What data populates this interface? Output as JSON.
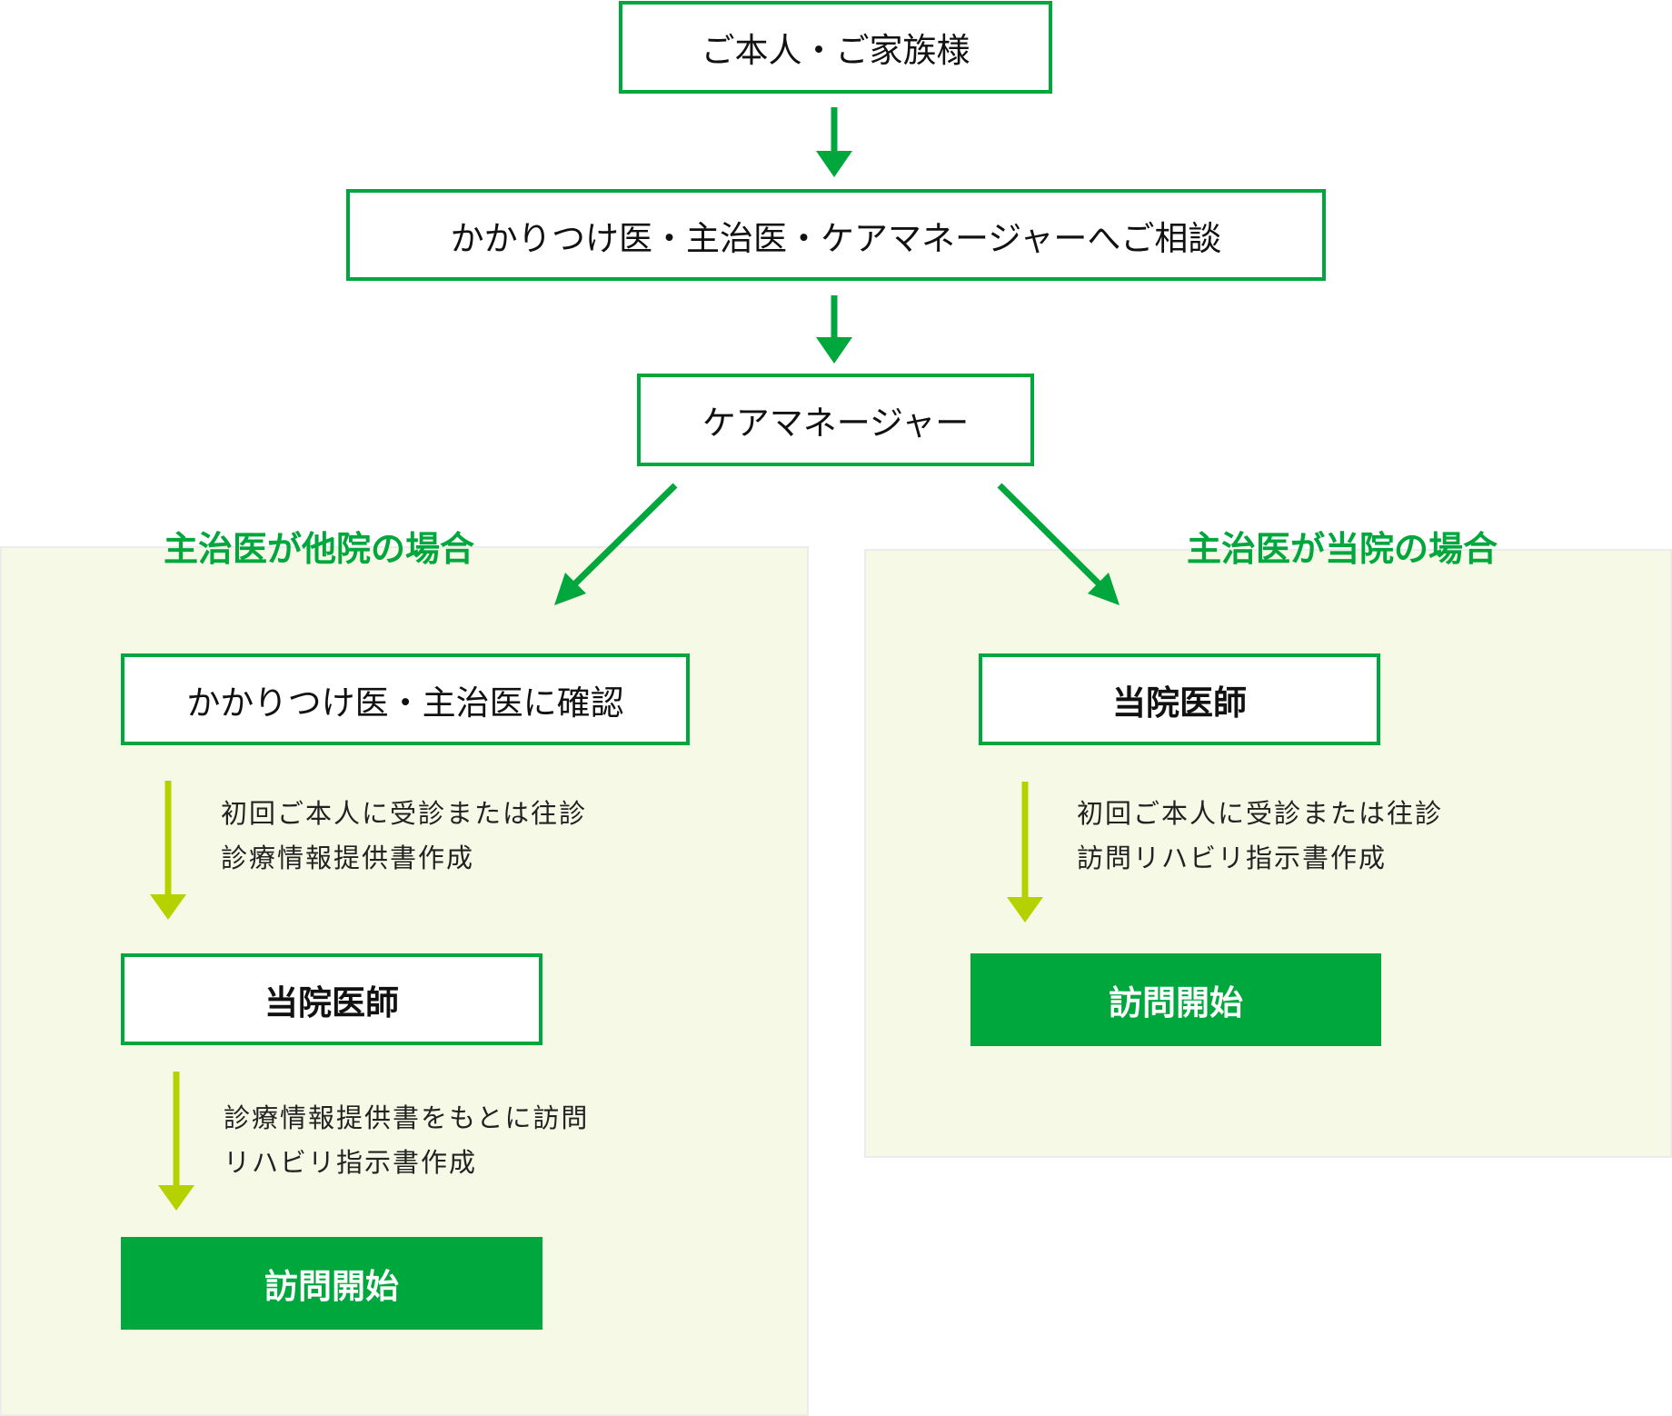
{
  "colors": {
    "primary_green": "#00a73c",
    "sub_arrow": "#b5d200",
    "panel_bg": "#f6f9e6"
  },
  "flow": {
    "top_box": "ご本人・ご家族様",
    "consult_box": "かかりつけ医・主治医・ケアマネージャーへご相談",
    "care_manager_box": "ケアマネージャー"
  },
  "left_branch": {
    "heading": "主治医が他院の場合",
    "step1_box": "かかりつけ医・主治医に確認",
    "step1_desc": [
      "初回ご本人に受診または往診",
      "診療情報提供書作成"
    ],
    "step2_box": "当院医師",
    "step2_desc": [
      "診療情報提供書をもとに訪問",
      "リハビリ指示書作成"
    ],
    "start_box": "訪問開始"
  },
  "right_branch": {
    "heading": "主治医が当院の場合",
    "step1_box": "当院医師",
    "step1_desc": [
      "初回ご本人に受診または往診",
      "訪問リハビリ指示書作成"
    ],
    "start_box": "訪問開始"
  }
}
